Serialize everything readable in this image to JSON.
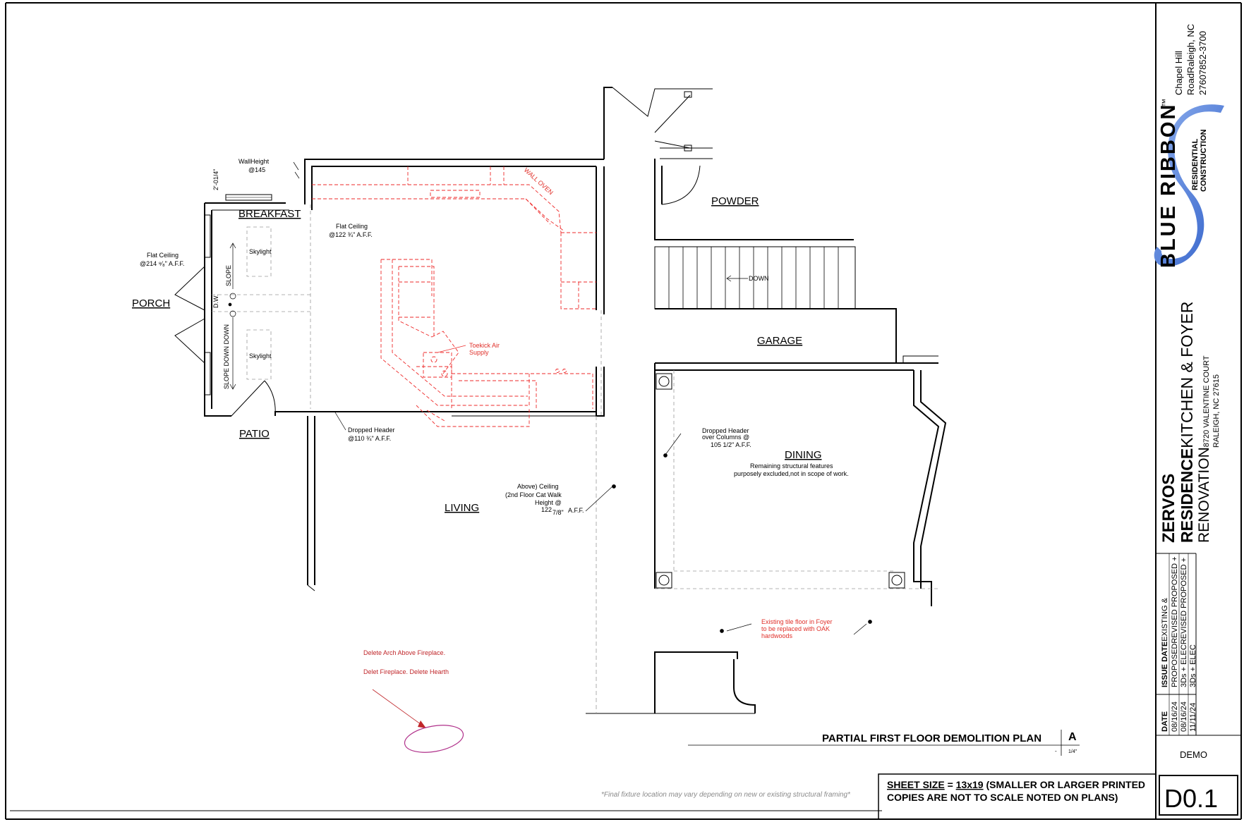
{
  "rooms": {
    "breakfast": "BREAKFAST",
    "porch": "PORCH",
    "patio": "PATIO",
    "powder": "POWDER",
    "garage": "GARAGE",
    "dining": "DINING",
    "living": "LIVING"
  },
  "notes": {
    "wall_height": [
      "WallHeight",
      "@145"
    ],
    "dim_2_01": "2'-01/4\"",
    "flat_ceiling_breakfast": [
      "Flat Ceiling",
      "@214 ⁸⁄₈\" A.F.F."
    ],
    "flat_ceiling_kitchen": [
      "Flat Ceiling",
      "@122 ¾\" A.F.F."
    ],
    "skylight_1": "Skylight",
    "skylight_2": "Skylight",
    "slope_1": "SLOPE",
    "slope_2": "SLOPE DOWN DOWN",
    "dw": "D.W.",
    "dropped_header_kitchen": [
      "Dropped Header",
      "@110 ¾\" A.F.F."
    ],
    "dropped_header_dining": [
      "Dropped Header",
      "over Columns @",
      "105 1/2\" A.F.F."
    ],
    "dining_sub": [
      "Remaining structural features",
      "purposely excluded,not in scope of work."
    ],
    "above_ceiling": [
      "Above) Ceiling",
      "(2nd Floor Cat Walk",
      "Height @",
      "122",
      "7/8\"",
      "A.F.F."
    ],
    "down": "DOWN",
    "wall_oven": "WALL OVEN",
    "toekick": [
      "Toekick Air",
      "Supply"
    ],
    "existing_tile": [
      "Existing tile floor in Foyer",
      "to be replaced with OAK",
      "hardwoods"
    ],
    "delete_arch": "Delete Arch Above Fireplace.",
    "delete_fireplace": "Delet Fireplace. Delete Hearth",
    "disclaimer": "*Final fixture location may vary depending on new or existing structural framing*"
  },
  "plan_title": {
    "text": "PARTIAL FIRST FLOOR DEMOLITION PLAN",
    "letter": "A",
    "scale_left": "-",
    "scale": "1/4\""
  },
  "sheet_size": {
    "label": "SHEET SIZE",
    "eq": " = ",
    "size": "13x19",
    "rest": " (SMALLER OR LARGER PRINTED",
    "line2": "COPIES ARE NOT TO SCALE NOTED ON PLANS)"
  },
  "title_block": {
    "brand": "BLUE RIBBON",
    "tm": "™",
    "tagline_1": "RESIDENTIAL",
    "tagline_2": "CONSTRUCTION",
    "address_lines": [
      "Chapel Hill",
      "RoadRaleigh, NC",
      "27607852-3700"
    ],
    "project_1": "ZERVOS",
    "project_2": "RESIDENCE",
    "project_2b": "KITCHEN & FOYER",
    "project_3": "RENOVATION",
    "project_3b": "8720 VALENTINE COURT",
    "project_4": "RALEIGH, NC 27615",
    "issue_header_date": "ISSUE DATE",
    "issue_header_rest": "EXISTING &",
    "issue_rows": [
      "PROPOSEDREVISED PROPOSED +",
      "3Ds + ELECREVISED PROPOSED +",
      "3Ds + ELEC"
    ],
    "date_header": "DATE",
    "dates": [
      "08/16/24",
      "08/16/24",
      "11/11/24"
    ],
    "sheet_name": "DEMO",
    "sheet_number": "D0.1"
  },
  "colors": {
    "demo_red": "#ee2a2a",
    "note_red": "#c0262a",
    "brand_blue": "#3f6fd1"
  }
}
